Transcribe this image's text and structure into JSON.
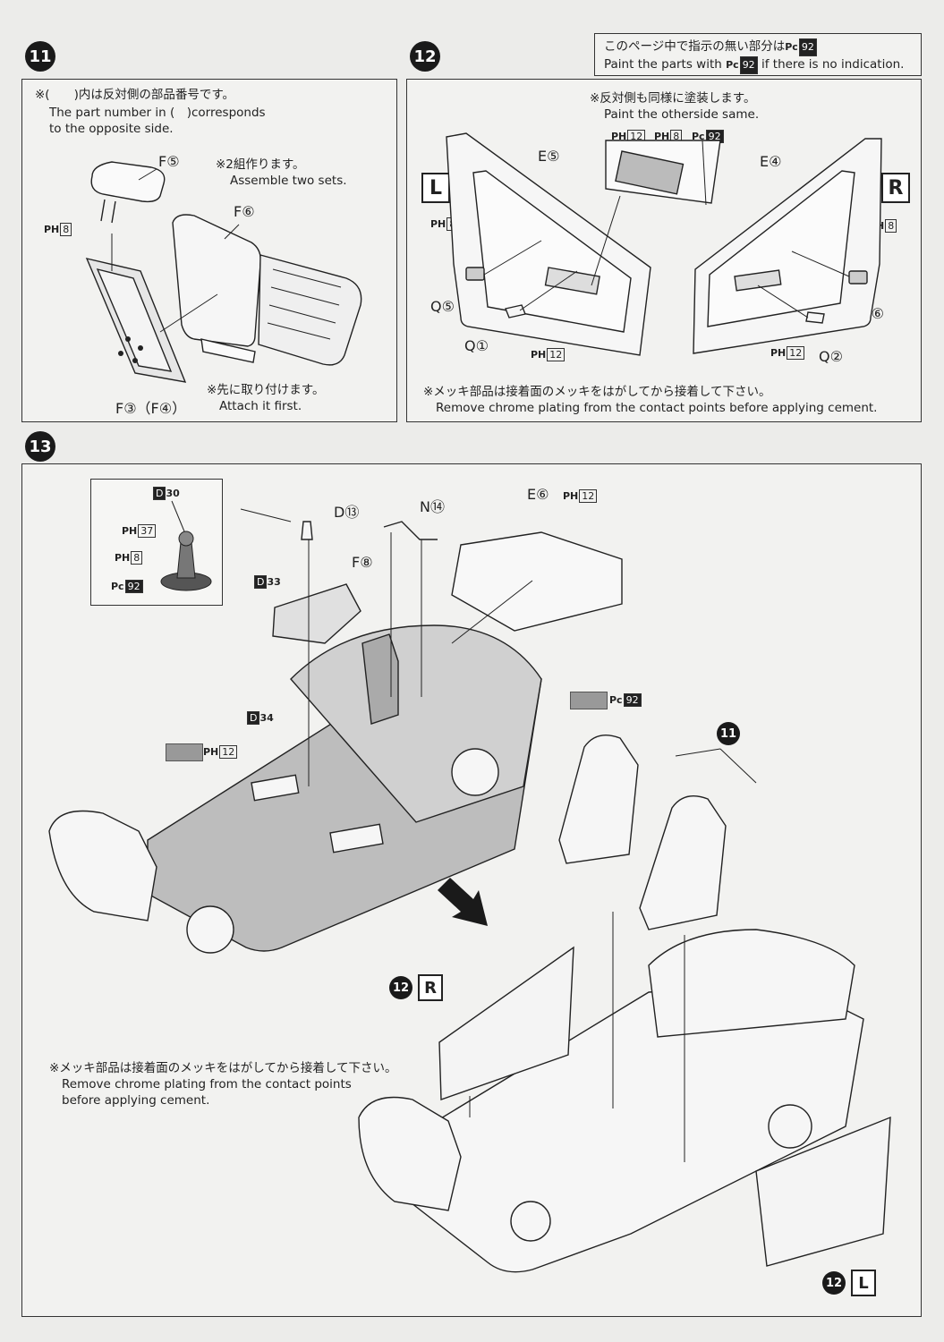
{
  "steps": {
    "s11": "11",
    "s12": "12",
    "s13": "13"
  },
  "note_top": {
    "jp": "このページ中で指示の無い部分は",
    "en_prefix": "Paint the parts with",
    "en_suffix": "if there is no indication.",
    "code_prefix": "Pc",
    "code": "92"
  },
  "step11": {
    "note_jp": "※(　　)内は反対側の部品番号です。",
    "note_en1": "The part number in (　)corresponds",
    "note_en2": "to the opposite side.",
    "sets_jp": "※2組作ります。",
    "sets_en": "Assemble two sets.",
    "attach_jp": "※先に取り付けます。",
    "attach_en": "Attach it first.",
    "part_f5": "F⑤",
    "part_f6": "F⑥",
    "part_f3": "F③（F④）",
    "paint_ph8_prefix": "PH",
    "paint_ph8_code": "8"
  },
  "step12": {
    "same_jp": "※反対側も同様に塗装します。",
    "same_en": "Paint the otherside same.",
    "chrome_jp": "※メッキ部品は接着面のメッキをはがしてから接着して下さい。",
    "chrome_en": "Remove chrome plating from the contact points before applying cement.",
    "left": "L",
    "right": "R",
    "part_e5": "E⑤",
    "part_e4": "E④",
    "part_q5": "Q⑤",
    "part_q1": "Q①",
    "part_q6": "Q⑥",
    "part_q2": "Q②",
    "ph": "PH",
    "pc": "Pc",
    "c8": "8",
    "c12": "12",
    "c92": "92"
  },
  "step13": {
    "chrome_jp": "※メッキ部品は接着面のメッキをはがしてから接着して下さい。",
    "chrome_en1": "Remove chrome plating from the contact points",
    "chrome_en2": "before applying cement.",
    "part_d13": "D⑬",
    "part_n14": "N⑭",
    "part_e6": "E⑥",
    "part_f8": "F⑧",
    "d": "D",
    "d30": "30",
    "d33": "33",
    "d34": "34",
    "ph": "PH",
    "pc": "Pc",
    "c37": "37",
    "c8": "8",
    "c92": "92",
    "c12": "12",
    "ref11": "11",
    "ref12": "12",
    "r": "R",
    "l": "L"
  }
}
